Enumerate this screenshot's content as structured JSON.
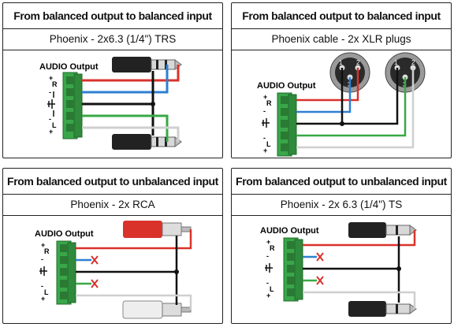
{
  "panels": [
    {
      "title": "From balanced output to balanced input",
      "subtitle": "Phoenix - 2x6.3 (1/4\") TRS",
      "label": "AUDIO Output"
    },
    {
      "title": "From balanced output to balanced input",
      "subtitle": "Phoenix cable - 2x XLR plugs",
      "label": "AUDIO Output"
    },
    {
      "title": "From balanced output to unbalanced input",
      "subtitle": "Phoenix - 2x RCA",
      "label": "AUDIO Output"
    },
    {
      "title": "From balanced output to unbalanced input",
      "subtitle": "Phoenix - 2x 6.3 (1/4\") TS",
      "label": "AUDIO Output"
    }
  ],
  "xlr": {
    "pin1": "1",
    "pin2": "2",
    "pin3": "3"
  },
  "pins": {
    "plus": "+",
    "minus": "-",
    "r": "R",
    "l": "L"
  },
  "colors": {
    "hot": "#d9322b",
    "cold": "#2f7fd1",
    "ground": "#111111",
    "left_hot": "#39a845",
    "left_cold": "#cfcfcf",
    "phoenix": "#3aa64a"
  }
}
